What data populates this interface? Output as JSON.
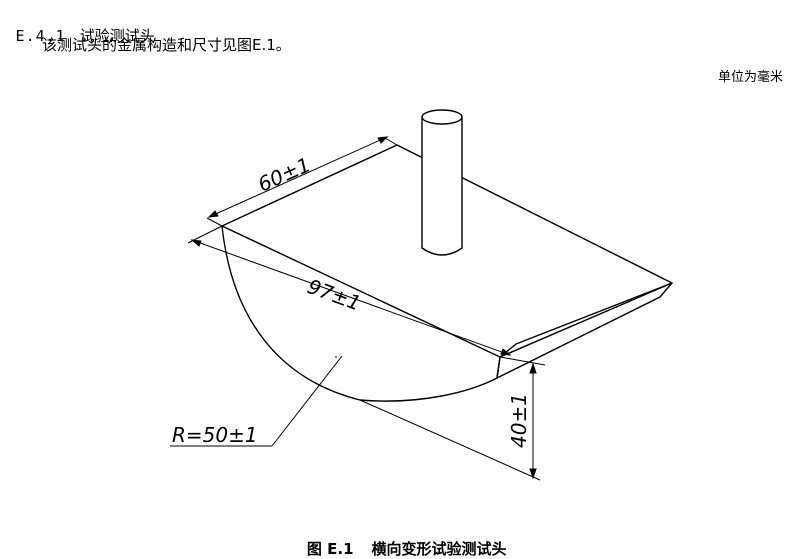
{
  "section": {
    "number": "E.4.1",
    "title": "试验测试头",
    "intro": "该测试头的金属构造和尺寸见图E.1。"
  },
  "unit_note": "单位为毫米",
  "figure": {
    "dimensions": {
      "top_width": "60±1",
      "length": "97±1",
      "radius": "R=50±1",
      "height": "40±1"
    },
    "caption_number": "图 E.1",
    "caption_title": "横向变形试验测试头"
  }
}
